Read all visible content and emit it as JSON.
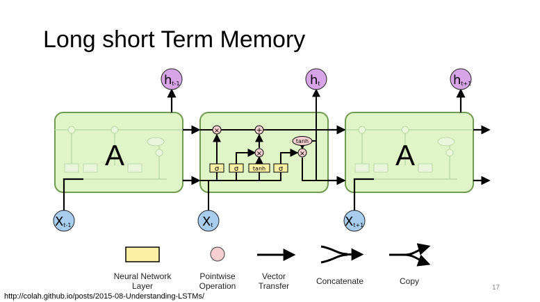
{
  "slide": {
    "title": "Long short Term Memory",
    "source_url": "http://colah.github.io/posts/2015-08-Understanding-LSTMs/",
    "page_number": "17"
  },
  "diagram": {
    "cells": [
      {
        "label": "A",
        "input": "X",
        "input_sub": "t-1",
        "output": "h",
        "output_sub": "t-1"
      },
      {
        "label": "",
        "input": "X",
        "input_sub": "t",
        "output": "h",
        "output_sub": "t"
      },
      {
        "label": "A",
        "input": "X",
        "input_sub": "t+1",
        "output": "h",
        "output_sub": "t+1"
      }
    ],
    "layers": [
      "σ",
      "σ",
      "tanh",
      "σ"
    ],
    "pointwise": [
      "×",
      "+",
      "×",
      "×",
      "tanh"
    ],
    "colors": {
      "cell_fill": "#dff5c8",
      "cell_stroke": "#6f9a4f",
      "layer_fill": "#fbf0a3",
      "pointwise_fill": "#f7cfd1",
      "output_node": "#d8a4e8",
      "input_node": "#a8cdee"
    }
  },
  "legend": {
    "items": [
      {
        "label_lines": [
          "Neural Network",
          "Layer"
        ],
        "icon": "layer-box-icon"
      },
      {
        "label_lines": [
          "Pointwise",
          "Operation"
        ],
        "icon": "pointwise-circle-icon"
      },
      {
        "label_lines": [
          "Vector",
          "Transfer"
        ],
        "icon": "arrow-icon"
      },
      {
        "label_lines": [
          "Concatenate"
        ],
        "icon": "concatenate-icon"
      },
      {
        "label_lines": [
          "Copy"
        ],
        "icon": "copy-icon"
      }
    ]
  }
}
